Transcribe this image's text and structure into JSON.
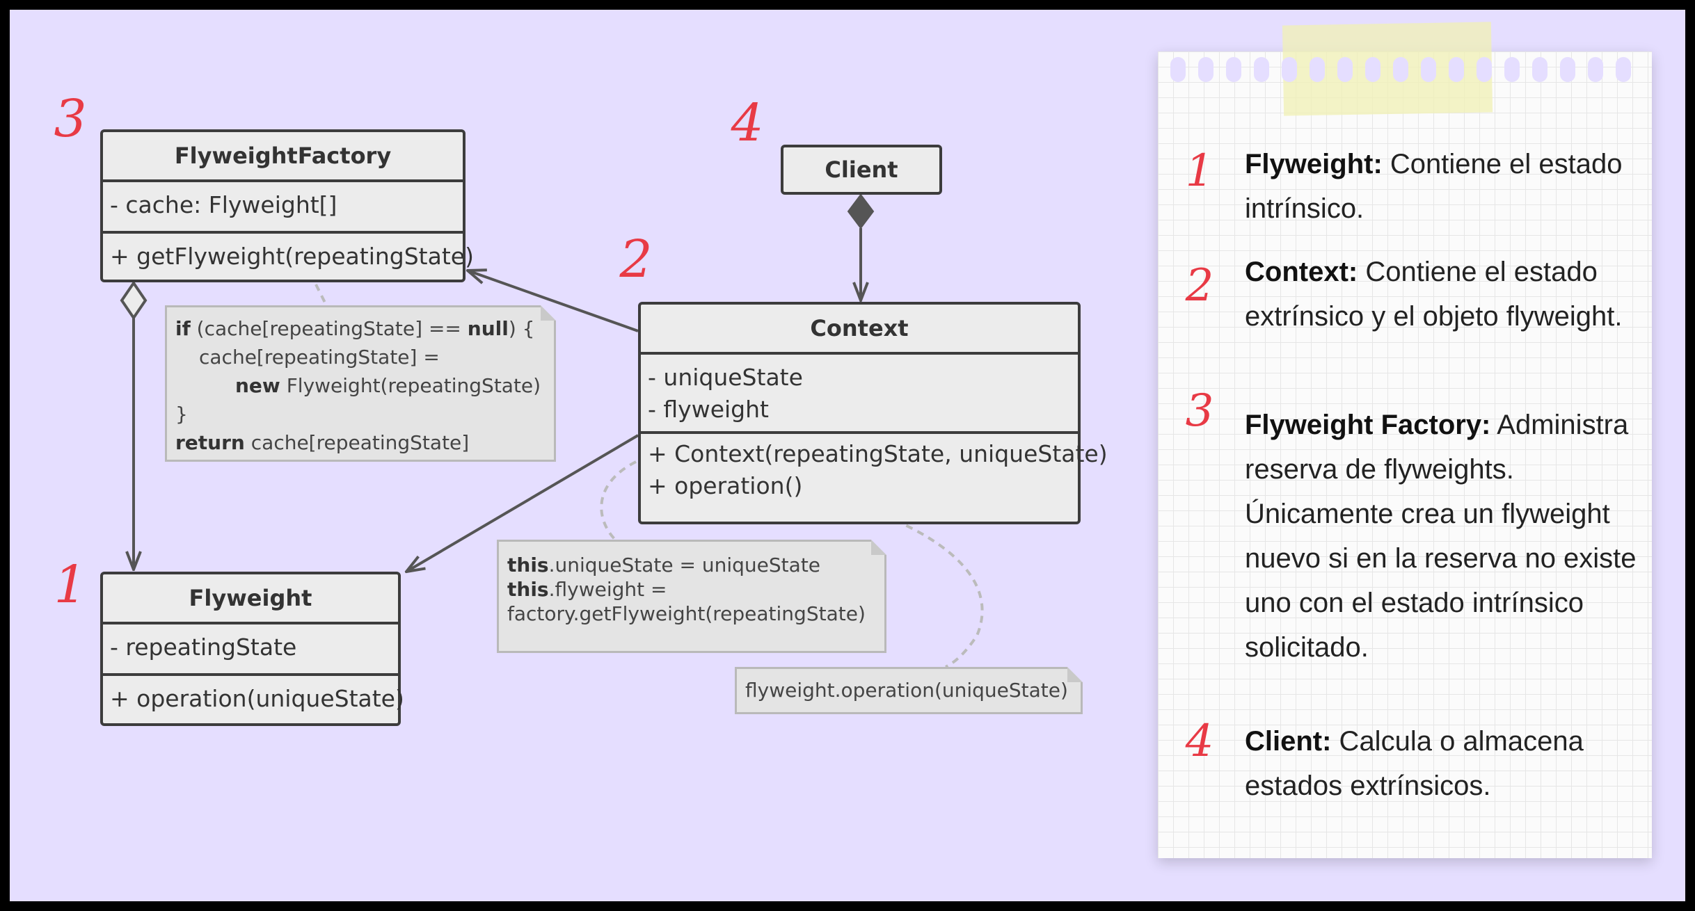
{
  "classes": {
    "flyweight_factory": {
      "name": "FlyweightFactory",
      "fields": [
        "- cache: Flyweight[]"
      ],
      "methods": [
        "+ getFlyweight(repeatingState)"
      ]
    },
    "client": {
      "name": "Client"
    },
    "context": {
      "name": "Context",
      "fields": [
        "- uniqueState",
        "- flyweight"
      ],
      "methods": [
        "+ Context(repeatingState, uniqueState)",
        "+ operation()"
      ]
    },
    "flyweight": {
      "name": "Flyweight",
      "fields": [
        "- repeatingState"
      ],
      "methods": [
        "+ operation(uniqueState)"
      ]
    }
  },
  "notes": {
    "factory_note": {
      "l1_kw": "if",
      "l1_a": " (cache[repeatingState] == ",
      "l1_kw2": "null",
      "l1_b": ") {",
      "l2": "cache[repeatingState] =",
      "l3_kw": "new",
      "l3": " Flyweight(repeatingState)",
      "l4": "}",
      "l5_kw": "return",
      "l5": " cache[repeatingState]"
    },
    "context_ctor_note": {
      "l1_kw": "this",
      "l1": ".uniqueState = uniqueState",
      "l2_kw": "this",
      "l2": ".flyweight =",
      "l3": "factory.getFlyweight(repeatingState)"
    },
    "operation_note": {
      "l1": "flyweight.operation(uniqueState)"
    }
  },
  "badges": {
    "factory": "3",
    "client": "4",
    "context": "2",
    "flyweight": "1"
  },
  "legend": [
    {
      "num": "1",
      "term": "Flyweight:",
      "desc": " Contiene el estado intrínsico."
    },
    {
      "num": "2",
      "term": "Context:",
      "desc": " Contiene el estado extrínsico y  el objeto flyweight."
    },
    {
      "num": "3",
      "term": "Flyweight Factory:",
      "desc": " Administra reserva de flyweights. Únicamente crea un flyweight nuevo si en la reserva no existe uno con el estado intrínsico solicitado."
    },
    {
      "num": "4",
      "term": "Client:",
      "desc": " Calcula o almacena estados extrínsicos."
    }
  ],
  "colors": {
    "background": "#e5deff",
    "accent": "#e83a45",
    "box_fill": "#ececec",
    "box_stroke": "#3c3c3c"
  }
}
